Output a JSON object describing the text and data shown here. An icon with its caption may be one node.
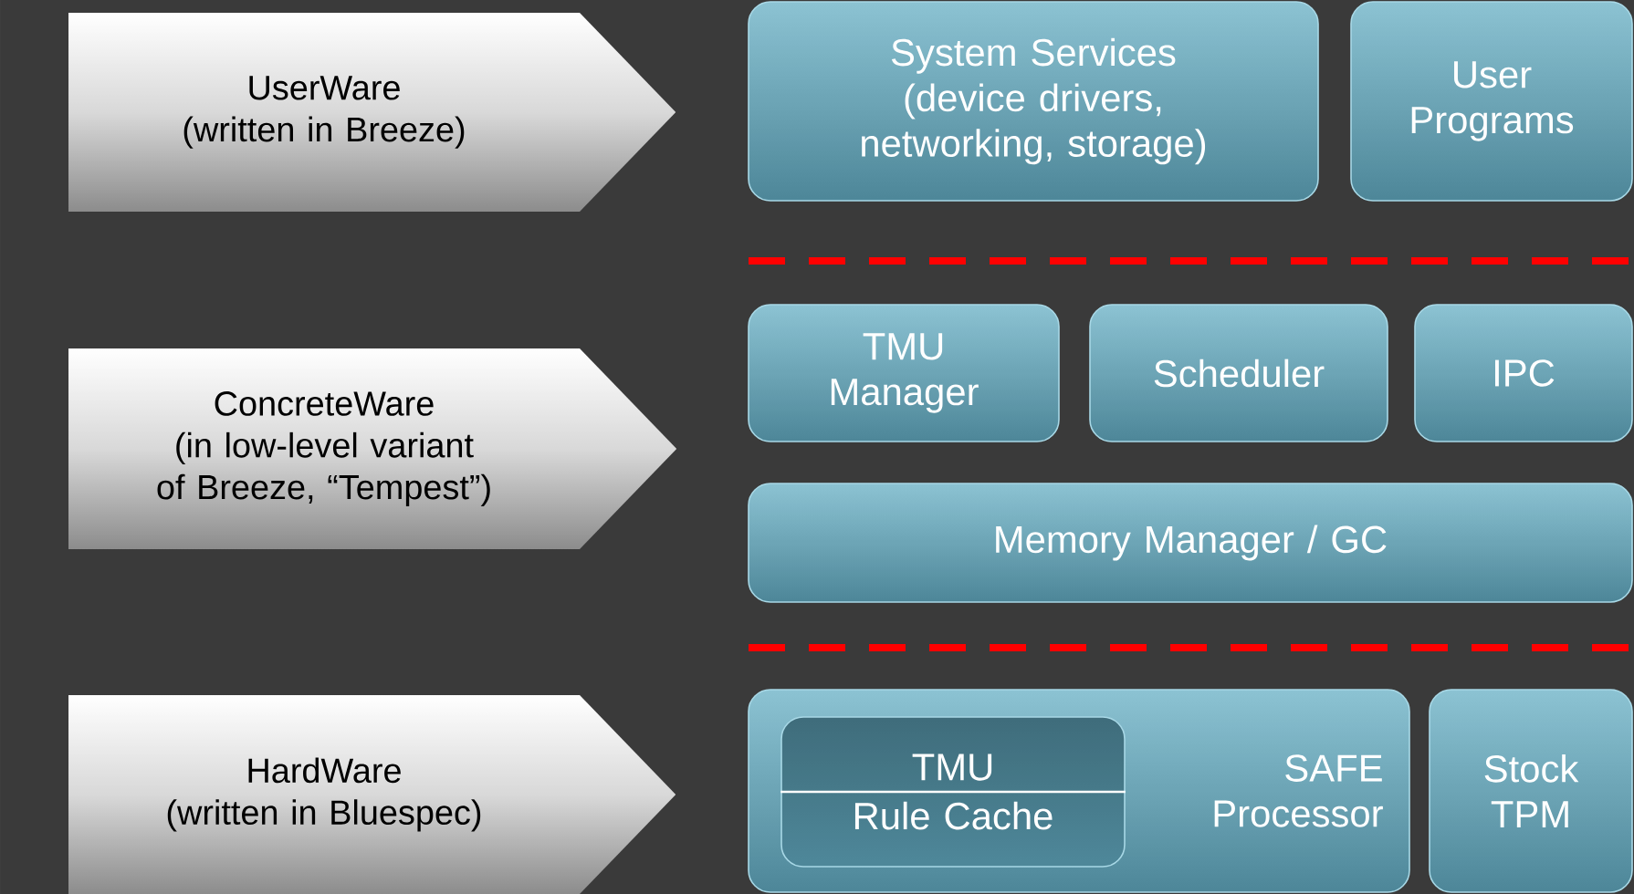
{
  "diagram": {
    "nodes": [
      {
        "text": [
          "UserWare",
          "(written in Breeze)"
        ]
      },
      {
        "text": [
          "ConcreteWare",
          "(in low-level variant of Breeze, “Tempest”)"
        ]
      },
      {
        "text": [
          "HardWare",
          "(written in Bluespec)"
        ]
      },
      {
        "text": [
          "System Services (device drivers, networking, storage)"
        ]
      },
      {
        "text": [
          "User Programs"
        ]
      },
      {
        "text": [
          "TMU Manager"
        ]
      },
      {
        "text": [
          "Scheduler"
        ]
      },
      {
        "text": [
          "IPC"
        ]
      },
      {
        "text": [
          "Memory Manager / GC"
        ]
      },
      {
        "text": [
          "SAFE Processor"
        ]
      },
      {
        "text": [
          "TMU",
          "Rule Cache"
        ],
        "in": 9
      },
      {
        "text": [
          "Stock TPM"
        ]
      }
    ],
    "edges": []
  }
}
